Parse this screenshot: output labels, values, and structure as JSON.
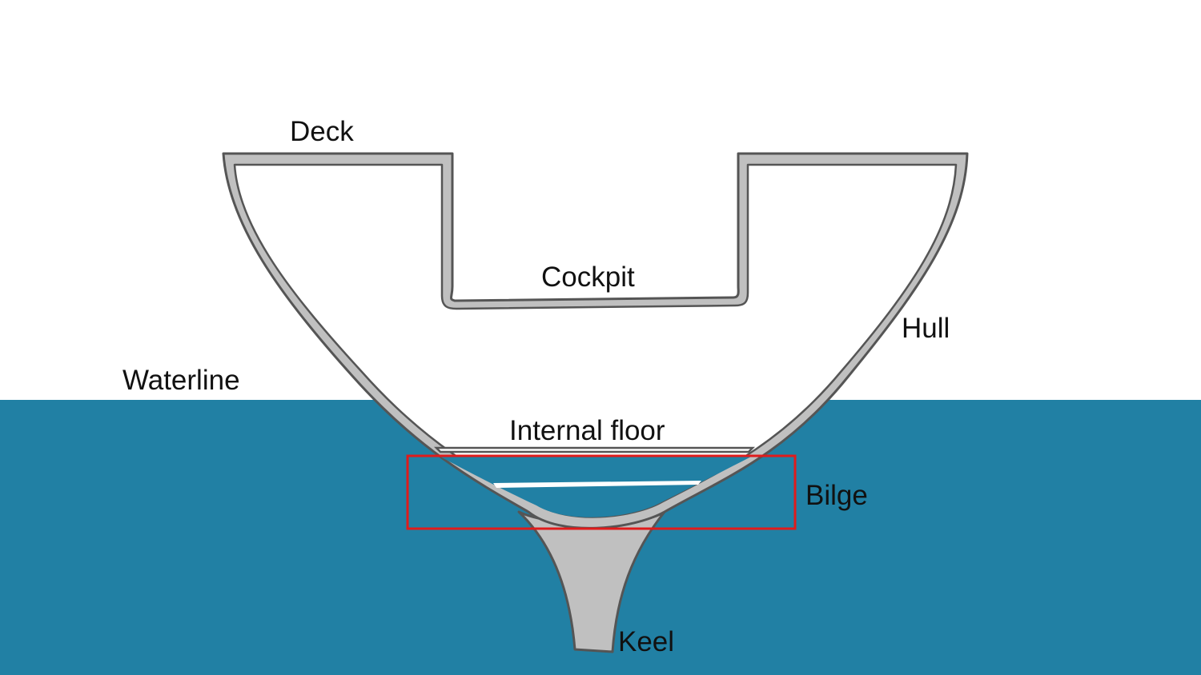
{
  "diagram": {
    "labels": {
      "deck": "Deck",
      "cockpit": "Cockpit",
      "hull": "Hull",
      "waterline": "Waterline",
      "internal_floor": "Internal floor",
      "bilge": "Bilge",
      "keel": "Keel"
    }
  },
  "colors": {
    "water": "#2180a4",
    "hull_fill": "#c0c0c0",
    "hull_outline": "#555555",
    "interior": "#ffffff",
    "bilge_highlight": "#e01b1b"
  }
}
